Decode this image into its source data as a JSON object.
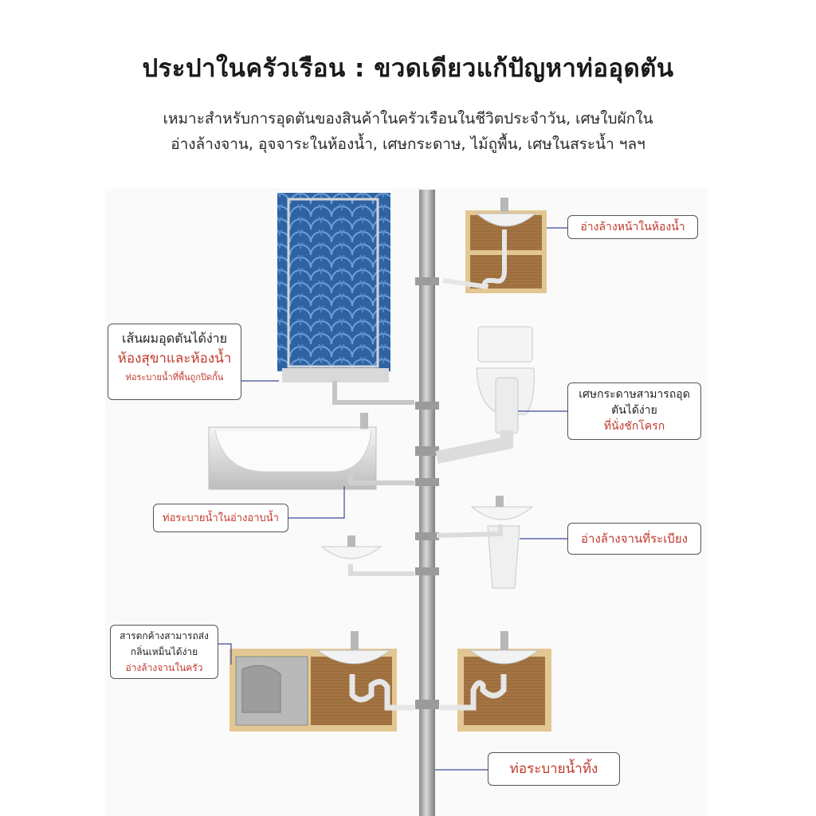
{
  "title": "ประปาในครัวเรือน : ขวดเดียวแก้ปัญหาท่ออุดตัน",
  "subtitle_line1": "เหมาะสำหรับการอุดตันของสินค้าในครัวเรือนในชีวิตประจำวัน, เศษใบผักใน",
  "subtitle_line2": "อ่างล้างจาน, อุจจาระในห้องน้ำ, เศษกระดาษ, ไม้ถูพื้น, เศษในสระน้ำ ฯลฯ",
  "labels": {
    "bathroom_sink": "อ่างล้างหน้าในห้องน้ำ",
    "hair_line1": "เส้นผมอุดตันได้ง่าย",
    "hair_line2": "ห้องสุขาและห้องน้ำ",
    "hair_line3": "ท่อระบายน้ำที่พื้นถูกปิดกั้น",
    "toilet_line1": "เศษกระดาษสามารถอุด",
    "toilet_line2": "ตันได้ง่าย",
    "toilet_line3": "ที่นั่งชักโครก",
    "bathtub_drain": "ท่อระบายน้ำในอ่างอาบน้ำ",
    "balcony_sink": "อ่างล้างจานที่ระเบียง",
    "kitchen_line1": "สารตกค้างสามารถส่ง",
    "kitchen_line2": "กลิ่นเหม็นได้ง่าย",
    "kitchen_line3": "อ่างล้างจานในครัว",
    "main_drain": "ท่อระบายน้ำทิ้ง"
  },
  "colors": {
    "pipe": "#c8c8c8",
    "pipe_dark": "#8e8e8e",
    "wood": "#a87a45",
    "wood_frame": "#e3c792",
    "tile": "#3a6fb0",
    "label_red": "#c0392b",
    "leader": "#3b4a9a"
  }
}
